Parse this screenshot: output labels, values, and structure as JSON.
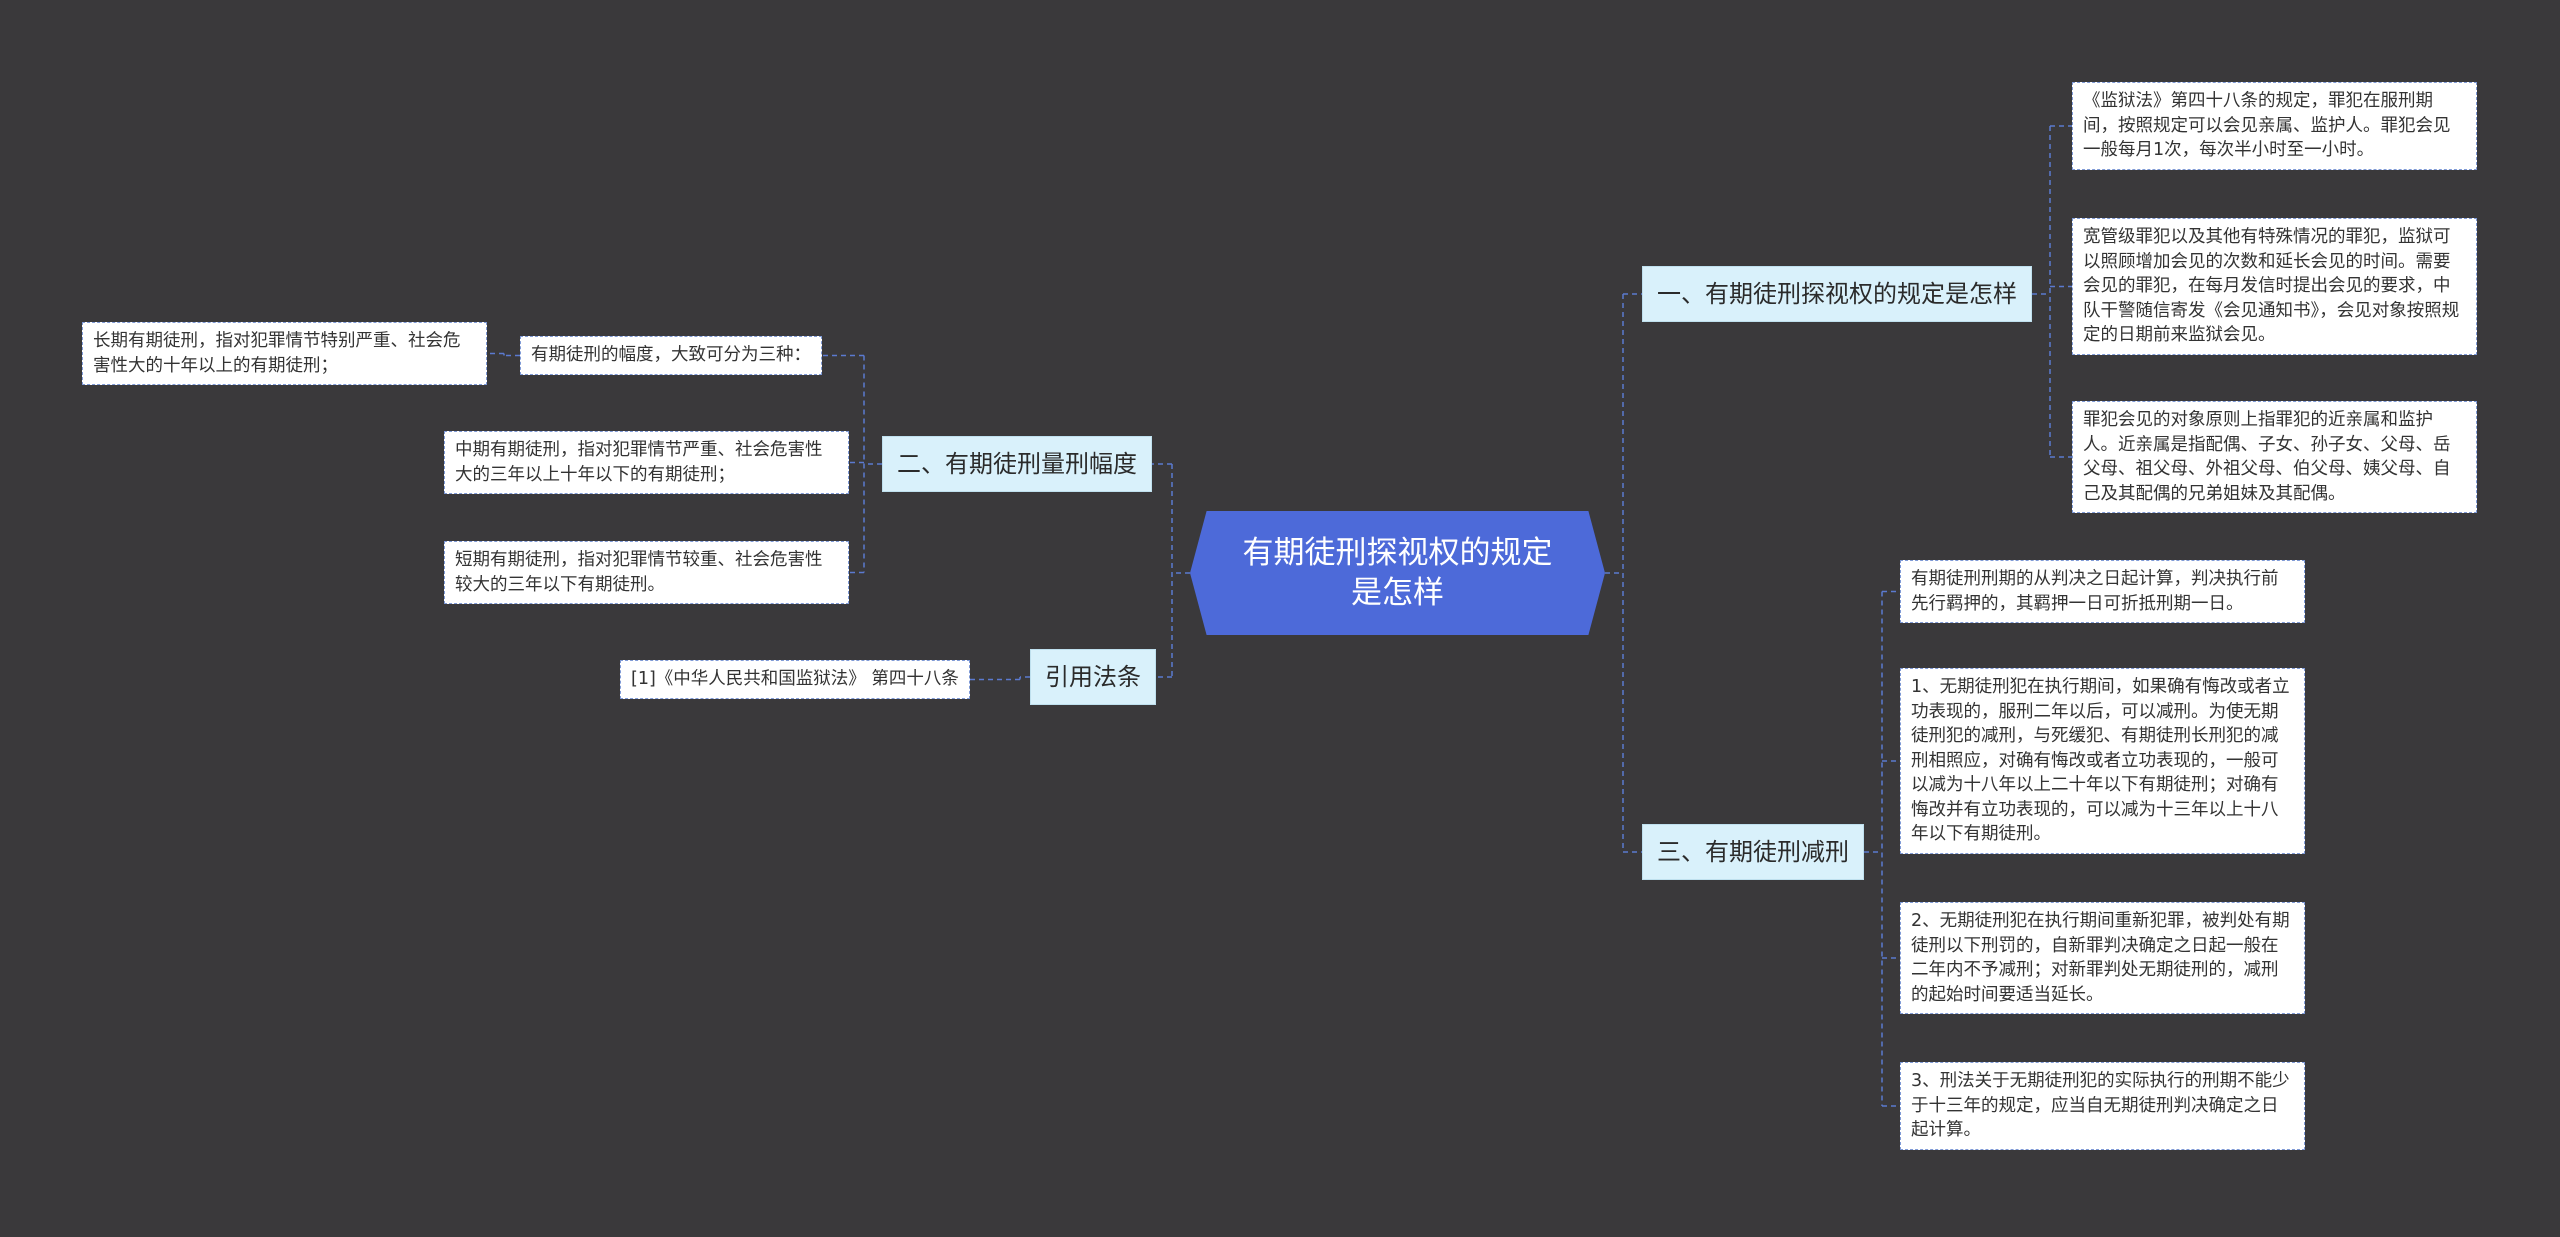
{
  "colors": {
    "background": "#3a393b",
    "root": "#4d6ad9",
    "branch": "#d9f1fb",
    "leaf": "#ffffff",
    "connector": "#5b7ad0"
  },
  "root": {
    "label": "有期徒刑探视权的规定是怎样"
  },
  "right": {
    "branch1": {
      "label": "一、有期徒刑探视权的规定是怎样",
      "leaves": [
        "《监狱法》第四十八条的规定，罪犯在服刑期间，按照规定可以会见亲属、监护人。罪犯会见一般每月1次，每次半小时至一小时。",
        "宽管级罪犯以及其他有特殊情况的罪犯，监狱可以照顾增加会见的次数和延长会见的时间。需要会见的罪犯，在每月发信时提出会见的要求，中队干警随信寄发《会见通知书》，会见对象按照规定的日期前来监狱会见。",
        "罪犯会见的对象原则上指罪犯的近亲属和监护人。近亲属是指配偶、子女、孙子女、父母、岳父母、祖父母、外祖父母、伯父母、姨父母、自己及其配偶的兄弟姐妹及其配偶。"
      ]
    },
    "branch3": {
      "label": "三、有期徒刑减刑",
      "leaves": [
        "有期徒刑刑期的从判决之日起计算，判决执行前先行羁押的，其羁押一日可折抵刑期一日。",
        "1、无期徒刑犯在执行期间，如果确有悔改或者立功表现的，服刑二年以后，可以减刑。为使无期徒刑犯的减刑，与死缓犯、有期徒刑长刑犯的减刑相照应，对确有悔改或者立功表现的，一般可以减为十八年以上二十年以下有期徒刑；对确有悔改并有立功表现的，可以减为十三年以上十八年以下有期徒刑。",
        "2、无期徒刑犯在执行期间重新犯罪，被判处有期徒刑以下刑罚的，自新罪判决确定之日起一般在二年内不予减刑；对新罪判处无期徒刑的，减刑的起始时间要适当延长。",
        "3、刑法关于无期徒刑犯的实际执行的刑期不能少于十三年的规定，应当自无期徒刑判决确定之日起计算。"
      ]
    }
  },
  "left": {
    "branch2": {
      "label": "二、有期徒刑量刑幅度",
      "intro": "有期徒刑的幅度，大致可分为三种：",
      "intro_leaf": "长期有期徒刑，指对犯罪情节特别严重、社会危害性大的十年以上的有期徒刑；",
      "leaves": [
        "中期有期徒刑，指对犯罪情节严重、社会危害性大的三年以上十年以下的有期徒刑；",
        "短期有期徒刑，指对犯罪情节较重、社会危害性较大的三年以下有期徒刑。"
      ]
    },
    "citation": {
      "label": "引用法条",
      "leaf": "[1]《中华人民共和国监狱法》 第四十八条"
    }
  }
}
